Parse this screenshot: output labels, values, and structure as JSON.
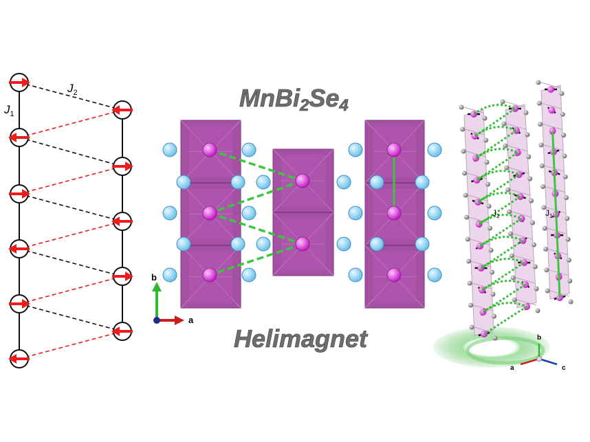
{
  "title": "MnBi",
  "title_sub1": "2",
  "title_mid": "Se",
  "title_sub2": "4",
  "subtitle": "Helimagnet",
  "left_chain": {
    "j1_label": "J",
    "j1_sub": "1",
    "j2_label": "J",
    "j2_sub": "2",
    "left_spins": [
      "right",
      "left",
      "right",
      "left",
      "right",
      "left"
    ],
    "right_spins": [
      "left",
      "right",
      "left",
      "right",
      "left"
    ]
  },
  "middle_axes": {
    "b": "b",
    "a": "a"
  },
  "right_structure": {
    "j1_label": "J",
    "j1_sub": "1",
    "j2_label": "J",
    "j2_sub": "2",
    "axis_a": "a",
    "axis_b": "b",
    "axis_c": "c"
  },
  "colors": {
    "spin": "#ee1c1c",
    "octahedron": "#9b3f9b",
    "mn": "#e040e0",
    "se": "#8fd3f4",
    "bond": "#3cc63c"
  }
}
